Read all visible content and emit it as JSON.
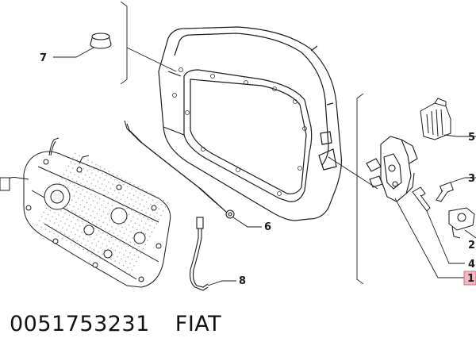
{
  "callouts": [
    "1",
    "2",
    "3",
    "4",
    "5",
    "6",
    "7",
    "8"
  ],
  "highlight_callout": "1",
  "highlight_color": "#f4b6c2",
  "part_number": "0051753231",
  "brand": "FIAT"
}
